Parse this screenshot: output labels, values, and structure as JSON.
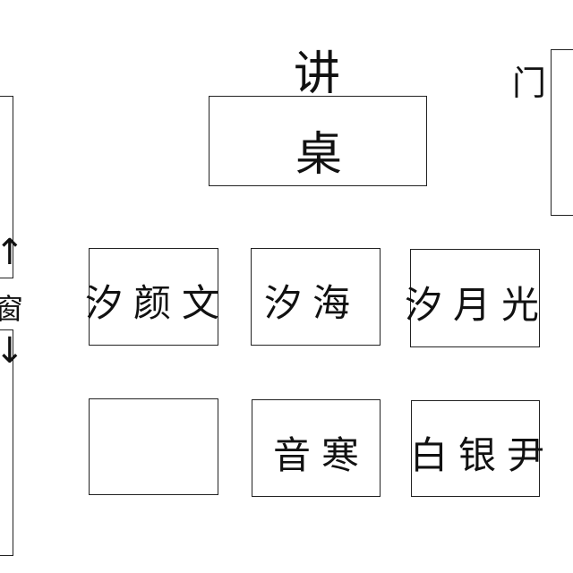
{
  "podium": {
    "label": "讲",
    "desk_label": "桌"
  },
  "door": {
    "label": "门"
  },
  "window": {
    "label": "窗",
    "up_arrow": "↑",
    "down_arrow": "↓"
  },
  "seats": [
    {
      "name": "汐颜文"
    },
    {
      "name": "汐海"
    },
    {
      "name": "汐月光"
    },
    {
      "name": ""
    },
    {
      "name": "音寒"
    },
    {
      "name": "白银尹"
    }
  ]
}
